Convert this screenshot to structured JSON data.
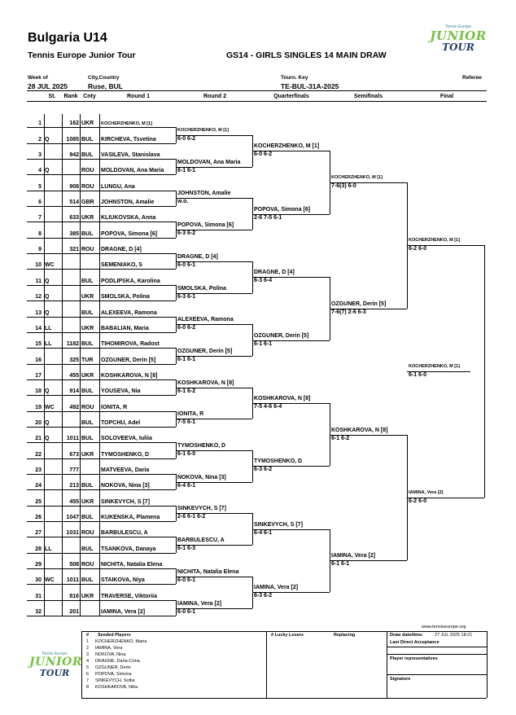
{
  "header": {
    "title": "Bulgaria U14",
    "tour": "Tennis Europe Junior Tour",
    "event": "GS14 - GIRLS SINGLES 14 MAIN DRAW",
    "week_label": "Week of",
    "week_value": "28 JUL 2025",
    "city_label": "City,Country",
    "city_value": "Ruse, BUL",
    "key_label": "Tourn. Key",
    "key_value": "TE-BUL-31A-2025",
    "referee_label": "Referee"
  },
  "logo": {
    "top": "Tennis Europe",
    "junior": "JUNIOR",
    "tour": "TOUR"
  },
  "columns": {
    "st": "St.",
    "rank": "Rank",
    "cnty": "Cnty",
    "r1": "Round 1",
    "r2": "Round 2",
    "qf": "Quarterfinals",
    "sf": "Semifinals",
    "f": "Final"
  },
  "players": [
    {
      "n": "1",
      "st": "",
      "rank": "162",
      "cnty": "UKR",
      "name": "KOCHERZHENKO, M [1]"
    },
    {
      "n": "2",
      "st": "Q",
      "rank": "1085",
      "cnty": "BUL",
      "name": "KIRCHEVA, Tsvetina"
    },
    {
      "n": "3",
      "st": "",
      "rank": "942",
      "cnty": "BUL",
      "name": "VASILEVA, Stanislava"
    },
    {
      "n": "4",
      "st": "Q",
      "rank": "",
      "cnty": "ROU",
      "name": "MOLDOVAN, Ana Maria"
    },
    {
      "n": "5",
      "st": "",
      "rank": "908",
      "cnty": "ROU",
      "name": "LUNGU, Ana"
    },
    {
      "n": "6",
      "st": "",
      "rank": "514",
      "cnty": "GBR",
      "name": "JOHNSTON, Amalie"
    },
    {
      "n": "7",
      "st": "",
      "rank": "633",
      "cnty": "UKR",
      "name": "KLIUKOVSKA, Anna"
    },
    {
      "n": "8",
      "st": "",
      "rank": "385",
      "cnty": "BUL",
      "name": "POPOVA, Simona [6]"
    },
    {
      "n": "9",
      "st": "",
      "rank": "321",
      "cnty": "ROU",
      "name": "DRAGNE, D [4]"
    },
    {
      "n": "10",
      "st": "WC",
      "rank": "",
      "cnty": "",
      "name": "SEMENIAKO, S"
    },
    {
      "n": "11",
      "st": "Q",
      "rank": "",
      "cnty": "BUL",
      "name": "PODLIPSKA, Karolina"
    },
    {
      "n": "12",
      "st": "Q",
      "rank": "",
      "cnty": "UKR",
      "name": "SMOLSKA, Polina"
    },
    {
      "n": "13",
      "st": "Q",
      "rank": "",
      "cnty": "BUL",
      "name": "ALEXEEVA, Ramona"
    },
    {
      "n": "14",
      "st": "LL",
      "rank": "",
      "cnty": "UKR",
      "name": "BABALIAN, Maria"
    },
    {
      "n": "15",
      "st": "LL",
      "rank": "1182",
      "cnty": "BUL",
      "name": "TIHOMIROVA, Radost"
    },
    {
      "n": "16",
      "st": "",
      "rank": "325",
      "cnty": "TUR",
      "name": "OZGUNER, Derin [5]"
    },
    {
      "n": "17",
      "st": "",
      "rank": "455",
      "cnty": "UKR",
      "name": "KOSHKAROVA, N [8]"
    },
    {
      "n": "18",
      "st": "Q",
      "rank": "914",
      "cnty": "BUL",
      "name": "YOUSEVA, Nia"
    },
    {
      "n": "19",
      "st": "WC",
      "rank": "492",
      "cnty": "ROU",
      "name": "IONITA, R"
    },
    {
      "n": "20",
      "st": "Q",
      "rank": "",
      "cnty": "BUL",
      "name": "TOPCHU, Adel"
    },
    {
      "n": "21",
      "st": "Q",
      "rank": "1011",
      "cnty": "BUL",
      "name": "SOLOVEEVA, Iuliia"
    },
    {
      "n": "22",
      "st": "",
      "rank": "673",
      "cnty": "UKR",
      "name": "TYMOSHENKO, D"
    },
    {
      "n": "23",
      "st": "",
      "rank": "777",
      "cnty": "",
      "name": "MATVEEVA, Daria"
    },
    {
      "n": "24",
      "st": "",
      "rank": "213",
      "cnty": "BUL",
      "name": "NOKOVA, Nina [3]"
    },
    {
      "n": "25",
      "st": "",
      "rank": "455",
      "cnty": "UKR",
      "name": "SINKEVYCH, S [7]"
    },
    {
      "n": "26",
      "st": "",
      "rank": "1047",
      "cnty": "BUL",
      "name": "KUKENSKA, Plamena"
    },
    {
      "n": "27",
      "st": "",
      "rank": "1031",
      "cnty": "ROU",
      "name": "BARBULESCU, A"
    },
    {
      "n": "28",
      "st": "LL",
      "rank": "",
      "cnty": "BUL",
      "name": "TSANKOVA, Danaya"
    },
    {
      "n": "29",
      "st": "",
      "rank": "508",
      "cnty": "ROU",
      "name": "NICHITA, Natalia Elena"
    },
    {
      "n": "30",
      "st": "WC",
      "rank": "1011",
      "cnty": "BUL",
      "name": "STAIKOVA, Niya"
    },
    {
      "n": "31",
      "st": "",
      "rank": "816",
      "cnty": "UKR",
      "name": "TRAVERSE, Viktoriia"
    },
    {
      "n": "32",
      "st": "",
      "rank": "201",
      "cnty": "",
      "name": "IAMINA, Vera [2]"
    }
  ],
  "r2": [
    {
      "name": "KOCHERZHENKO, M [1]",
      "score": "6-0 6-2"
    },
    {
      "name": "MOLDOVAN, Ana Maria",
      "score": "6-1 6-1"
    },
    {
      "name": "JOHNSTON, Amalie",
      "score": "w.o."
    },
    {
      "name": "POPOVA, Simona [6]",
      "score": "6-3 6-2"
    },
    {
      "name": "DRAGNE, D [4]",
      "score": "6-0 6-1"
    },
    {
      "name": "SMOLSKA, Polina",
      "score": "6-3 6-1"
    },
    {
      "name": "ALEXEEVA, Ramona",
      "score": "6-0 6-2"
    },
    {
      "name": "OZGUNER, Derin [5]",
      "score": "6-1 6-1"
    },
    {
      "name": "KOSHKAROVA, N [8]",
      "score": "6-1 6-2"
    },
    {
      "name": "IONITA, R",
      "score": "7-5 6-1"
    },
    {
      "name": "TYMOSHENKO, D",
      "score": "6-1 6-0"
    },
    {
      "name": "NOKOVA, Nina [3]",
      "score": "6-4 6-1"
    },
    {
      "name": "SINKEVYCH, S [7]",
      "score": "2-6 6-1 6-2"
    },
    {
      "name": "BARBULESCU, A",
      "score": "6-1 6-3"
    },
    {
      "name": "NICHITA, Natalia Elena",
      "score": "6-0 6-1"
    },
    {
      "name": "IAMINA, Vera [2]",
      "score": "6-0 6-1"
    }
  ],
  "qf": [
    {
      "name": "KOCHERZHENKO, M [1]",
      "score": "6-0 6-2"
    },
    {
      "name": "POPOVA, Simona [6]",
      "score": "2-6 7-5 6-1"
    },
    {
      "name": "DRAGNE, D [4]",
      "score": "6-3 6-4"
    },
    {
      "name": "OZGUNER, Derin [5]",
      "score": "6-1 6-1"
    },
    {
      "name": "KOSHKAROVA, N [8]",
      "score": "7-5 4-6 6-4"
    },
    {
      "name": "TYMOSHENKO, D",
      "score": "6-3 6-2"
    },
    {
      "name": "SINKEVYCH, S [7]",
      "score": "6-4 6-1"
    },
    {
      "name": "IAMINA, Vera [2]",
      "score": "6-3 6-2"
    }
  ],
  "sf": [
    {
      "name": "KOCHERZHENKO, M [1]",
      "score": "7-6(3) 6-0"
    },
    {
      "name": "OZGUNER, Derin [5]",
      "score": "7-6(7) 2-6 6-3"
    },
    {
      "name": "KOSHKAROVA, N [8]",
      "score": "6-1 6-2"
    },
    {
      "name": "IAMINA, Vera [2]",
      "score": "6-1 6-1"
    }
  ],
  "final": [
    {
      "name": "KOCHERZHENKO, M [1]",
      "score": "6-2 6-0"
    },
    {
      "name": "IAMINA, Vera [2]",
      "score": "6-2 6-0"
    }
  ],
  "winner": {
    "name": "KOCHERZHENKO, M [1]",
    "score": "6-1 6-0"
  },
  "footer": {
    "website": "www.tenniseurope.org",
    "hash": "#",
    "seeded_title": "Seeded Players",
    "seeded": [
      {
        "n": "1",
        "name": "KOCHERZHENKO, Maria"
      },
      {
        "n": "2",
        "name": "IAMINA, Vera"
      },
      {
        "n": "3",
        "name": "NOKOVA, Nina"
      },
      {
        "n": "4",
        "name": "DRAGNE, Daria-Crina"
      },
      {
        "n": "5",
        "name": "OZGUNER, Derin"
      },
      {
        "n": "6",
        "name": "POPOVA, Simona"
      },
      {
        "n": "7",
        "name": "SINKEVYCH, Sofiia"
      },
      {
        "n": "8",
        "name": "KOSHKAROVA, Nika"
      }
    ],
    "lucky_title": "# Lucky Losers",
    "replacing": "Replacing",
    "draw_date_label": "Draw date/time:",
    "draw_date_value": "27 JUL 2025 18:21",
    "last_direct": "Last Direct Acceptance",
    "player_reps": "Player representatives",
    "signature": "Signature"
  }
}
